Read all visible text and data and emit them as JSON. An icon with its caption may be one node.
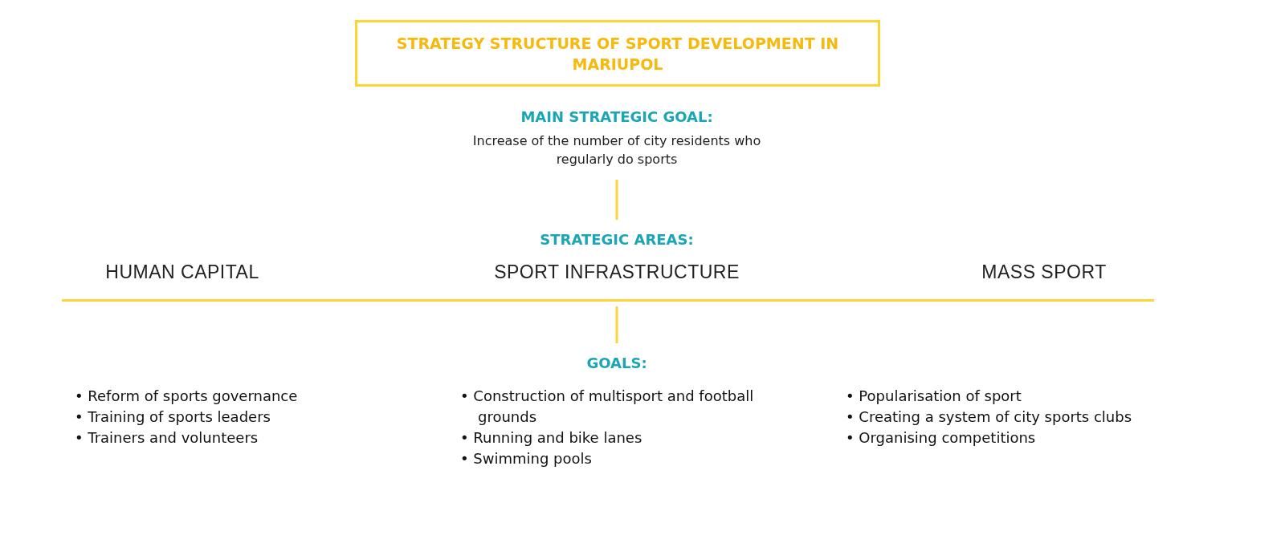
{
  "diagram": {
    "nodes": [
      {
        "text": [
          "STRATEGY STRUCTURE OF SPORT DEVELOPMENT IN MARIUPOL"
        ]
      },
      {
        "text": [
          "MAIN STRATEGIC GOAL:",
          "Increase of the number of city residents who regularly do sports"
        ]
      },
      {
        "text": [
          "STRATEGIC AREAS:"
        ]
      },
      {
        "text": [],
        "shape": "bar"
      },
      {
        "text": [
          "GOALS:"
        ]
      }
    ],
    "edges": [
      {
        "from": 1,
        "to": 2,
        "arrow": "none"
      },
      {
        "from": 3,
        "to": 4,
        "arrow": "none"
      }
    ],
    "labels": [
      "HUMAN CAPITAL",
      "SPORT INFRASTRUCTURE",
      "MASS SPORT",
      "• Reform of sports governance",
      "• Training of sports leaders",
      "• Trainers and volunteers",
      "• Construction of multisport and football grounds",
      "• Running and bike lanes",
      "• Swimming pools",
      "• Popularisation of sport",
      "• Creating a system of city sports clubs",
      "• Organising competitions"
    ]
  }
}
